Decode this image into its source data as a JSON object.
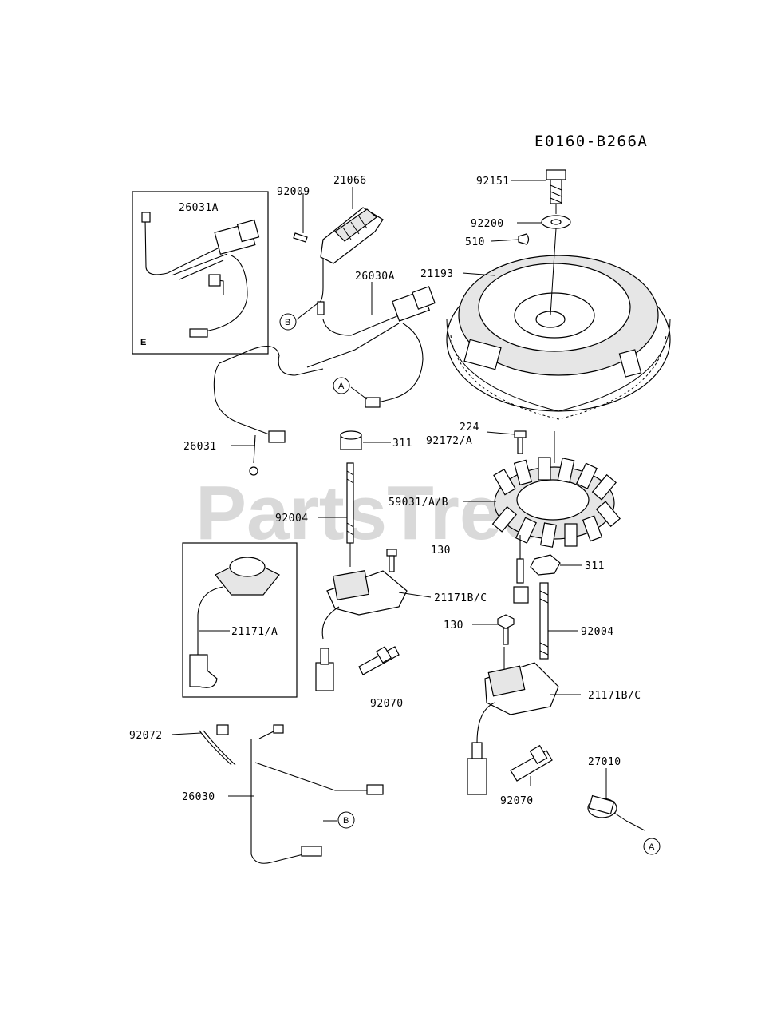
{
  "diagram_code": "E0160-B266A",
  "watermark": "PartsTree",
  "reference_letters": {
    "a": "A",
    "b": "B",
    "e": "E"
  },
  "parts": {
    "p92151": "92151",
    "p92200": "92200",
    "p510": "510",
    "p21193": "21193",
    "p21066": "21066",
    "p92009": "92009",
    "p26031A": "26031A",
    "p26030A": "26030A",
    "p26031": "26031",
    "p311_top": "311",
    "p224": "224",
    "p92172": "92172/A",
    "p59031": "59031/A/B",
    "p92004_left": "92004",
    "p130_top": "130",
    "p311_right": "311",
    "p21171BC_left": "21171B/C",
    "p21171A": "21171/A",
    "p130_right": "130",
    "p92004_right": "92004",
    "p92070_left": "92070",
    "p21171BC_right": "21171B/C",
    "p92072": "92072",
    "p27010": "27010",
    "p26030": "26030",
    "p92070_right": "92070"
  }
}
